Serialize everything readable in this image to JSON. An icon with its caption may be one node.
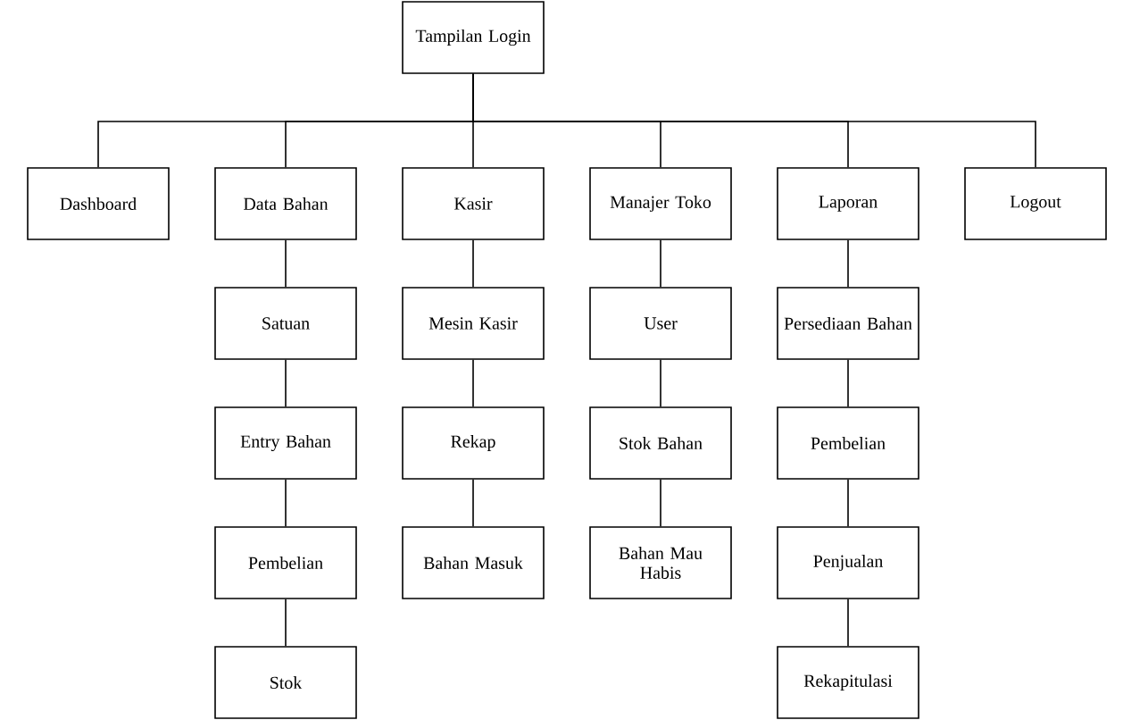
{
  "diagram": {
    "nodes": [
      {
        "text": [
          "Tampilan Login"
        ]
      },
      {
        "text": [
          "Dashboard"
        ]
      },
      {
        "text": [
          "Data Bahan"
        ]
      },
      {
        "text": [
          "Kasir"
        ]
      },
      {
        "text": [
          "Manajer Toko"
        ]
      },
      {
        "text": [
          "Laporan"
        ]
      },
      {
        "text": [
          "Logout"
        ]
      },
      {
        "text": [
          "Satuan"
        ]
      },
      {
        "text": [
          "Entry Bahan"
        ]
      },
      {
        "text": [
          "Pembelian"
        ]
      },
      {
        "text": [
          "Stok"
        ]
      },
      {
        "text": [
          "Mesin Kasir"
        ]
      },
      {
        "text": [
          "Rekap"
        ]
      },
      {
        "text": [
          "Bahan Masuk"
        ]
      },
      {
        "text": [
          "User"
        ]
      },
      {
        "text": [
          "Stok Bahan"
        ]
      },
      {
        "text": [
          "Bahan Mau Habis"
        ]
      },
      {
        "text": [
          "Persediaan Bahan"
        ]
      },
      {
        "text": [
          "Pembelian"
        ]
      },
      {
        "text": [
          "Penjualan"
        ]
      },
      {
        "text": [
          "Rekapitulasi"
        ]
      }
    ],
    "edges": [
      {
        "from": 0,
        "to": 1,
        "arrow": "none"
      },
      {
        "from": 0,
        "to": 2,
        "arrow": "none"
      },
      {
        "from": 0,
        "to": 3,
        "arrow": "none"
      },
      {
        "from": 0,
        "to": 4,
        "arrow": "none"
      },
      {
        "from": 0,
        "to": 5,
        "arrow": "none"
      },
      {
        "from": 0,
        "to": 6,
        "arrow": "none"
      },
      {
        "from": 2,
        "to": 7,
        "arrow": "none"
      },
      {
        "from": 7,
        "to": 8,
        "arrow": "none"
      },
      {
        "from": 8,
        "to": 9,
        "arrow": "none"
      },
      {
        "from": 9,
        "to": 10,
        "arrow": "none"
      },
      {
        "from": 3,
        "to": 11,
        "arrow": "none"
      },
      {
        "from": 11,
        "to": 12,
        "arrow": "none"
      },
      {
        "from": 12,
        "to": 13,
        "arrow": "none"
      },
      {
        "from": 4,
        "to": 14,
        "arrow": "none"
      },
      {
        "from": 14,
        "to": 15,
        "arrow": "none"
      },
      {
        "from": 15,
        "to": 16,
        "arrow": "none"
      },
      {
        "from": 5,
        "to": 17,
        "arrow": "none"
      },
      {
        "from": 17,
        "to": 18,
        "arrow": "none"
      },
      {
        "from": 18,
        "to": 19,
        "arrow": "none"
      },
      {
        "from": 19,
        "to": 20,
        "arrow": "none"
      }
    ]
  }
}
